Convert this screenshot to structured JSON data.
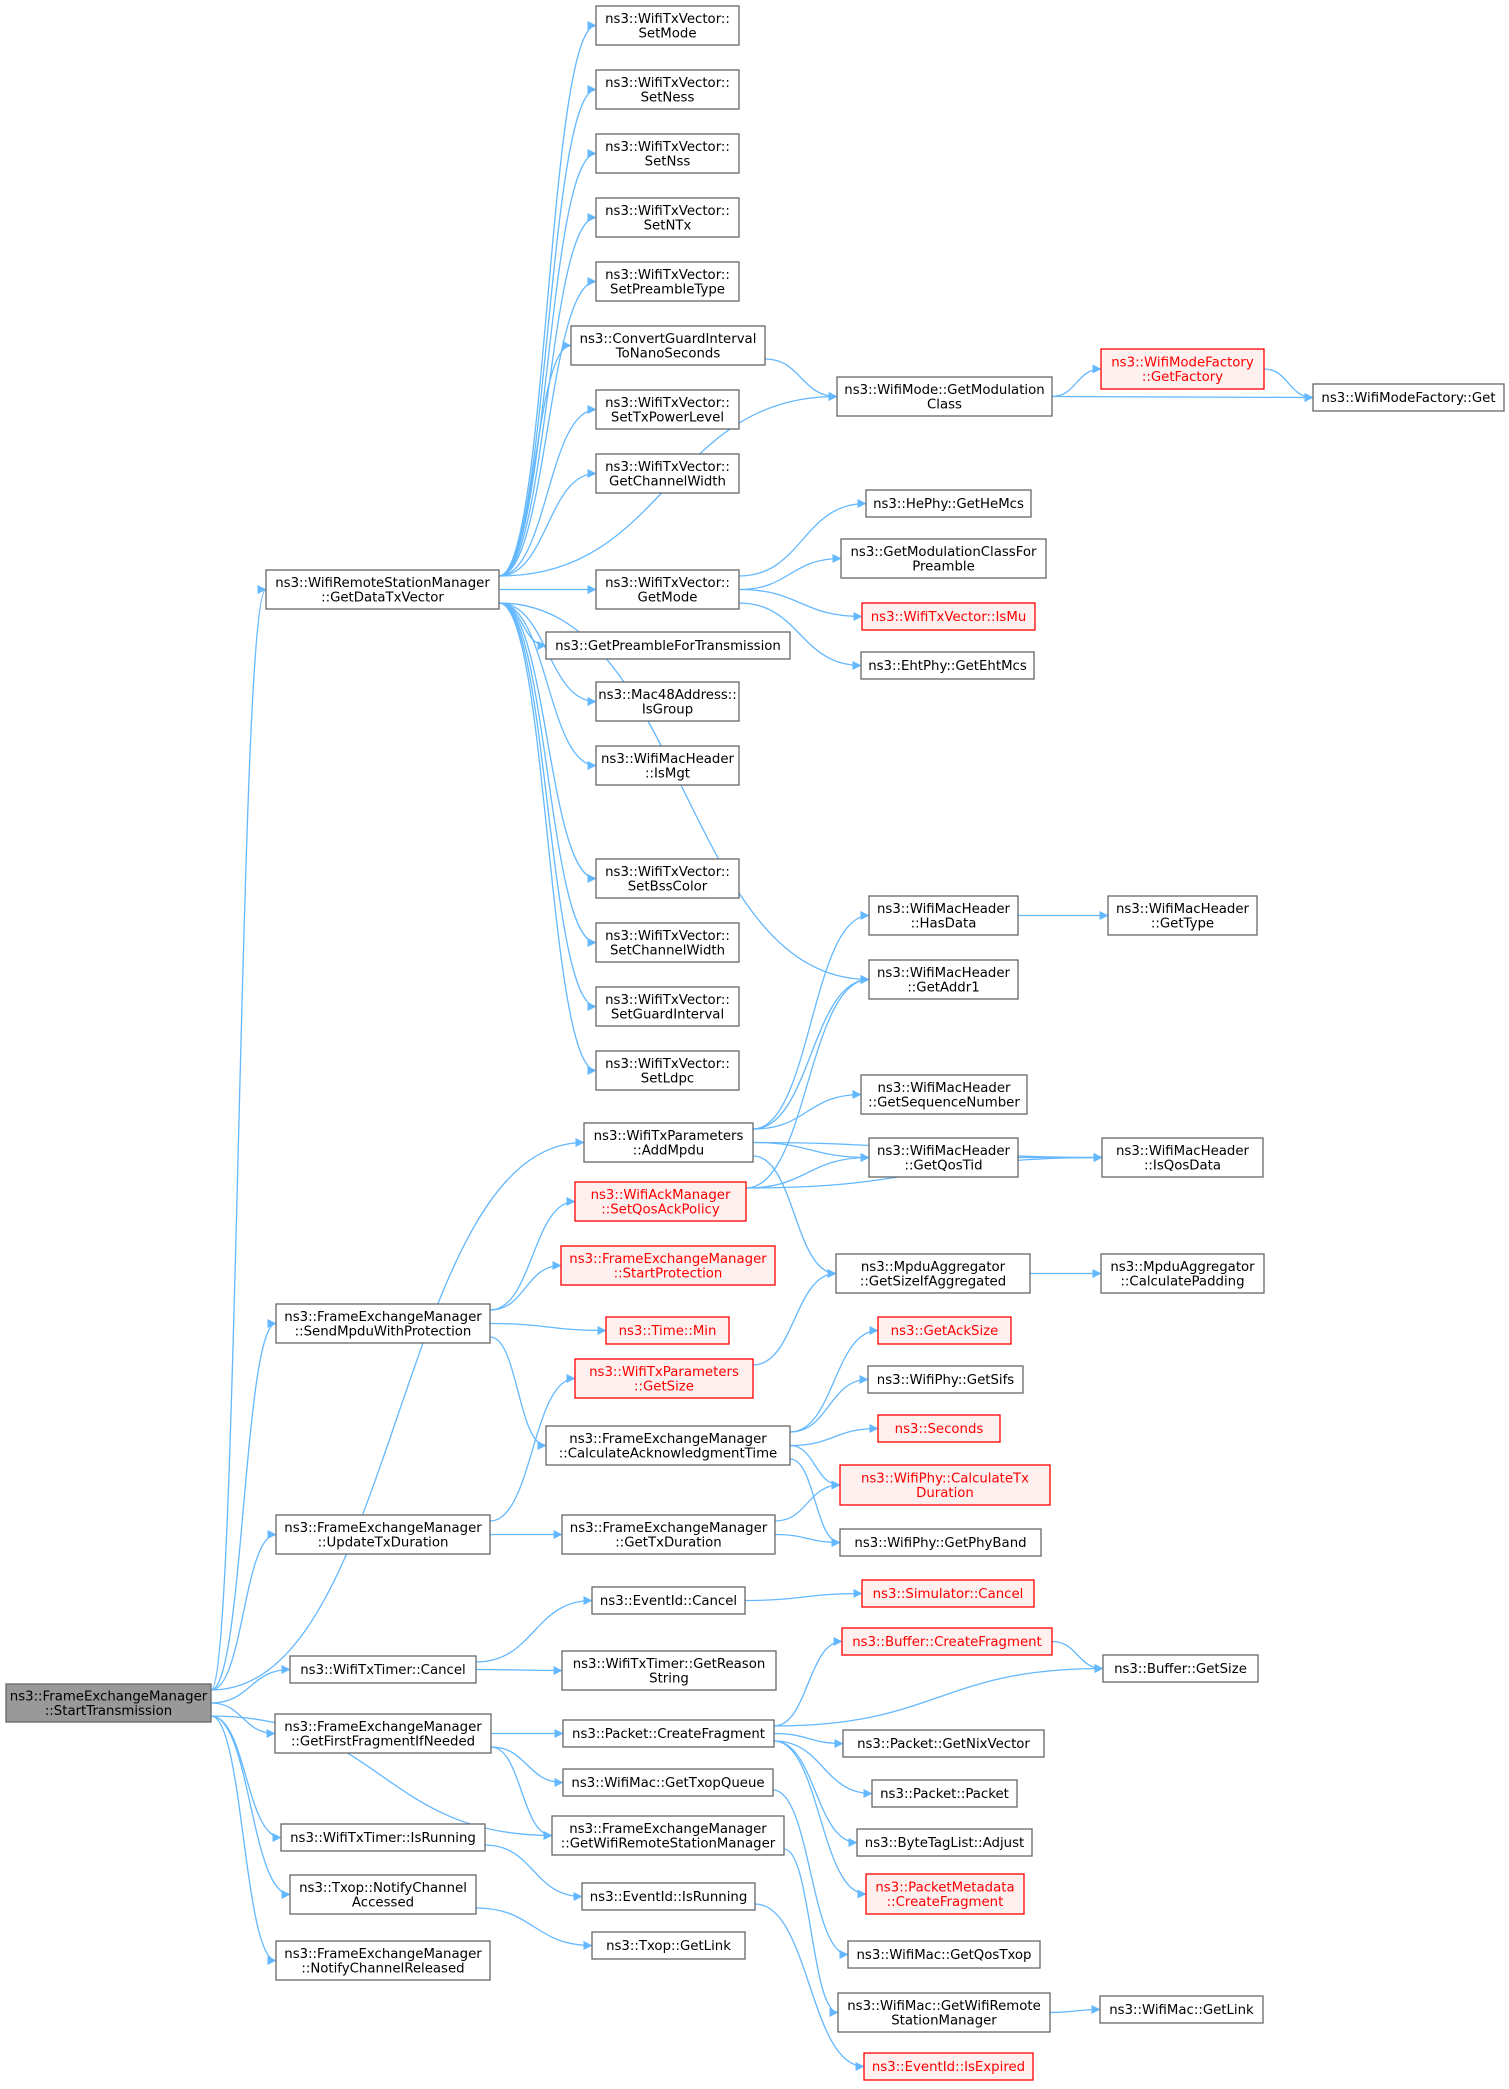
{
  "graph": {
    "edge_color": "#63b8ff",
    "root_fill": "#999999",
    "highlight_color": "#ff0000",
    "nodes": [
      {
        "id": "root",
        "label": [
          "ns3::FrameExchangeManager",
          "::StartTransmission"
        ],
        "style": "root"
      },
      {
        "id": "getDataTxVector",
        "label": [
          "ns3::WifiRemoteStationManager",
          "::GetDataTxVector"
        ]
      },
      {
        "id": "setMode",
        "label": [
          "ns3::WifiTxVector::",
          "SetMode"
        ]
      },
      {
        "id": "setNess",
        "label": [
          "ns3::WifiTxVector::",
          "SetNess"
        ]
      },
      {
        "id": "setNss",
        "label": [
          "ns3::WifiTxVector::",
          "SetNss"
        ]
      },
      {
        "id": "setNTx",
        "label": [
          "ns3::WifiTxVector::",
          "SetNTx"
        ]
      },
      {
        "id": "setPreambleType",
        "label": [
          "ns3::WifiTxVector::",
          "SetPreambleType"
        ]
      },
      {
        "id": "convertGuard",
        "label": [
          "ns3::ConvertGuardInterval",
          "ToNanoSeconds"
        ]
      },
      {
        "id": "setTxPowerLevel",
        "label": [
          "ns3::WifiTxVector::",
          "SetTxPowerLevel"
        ]
      },
      {
        "id": "getChannelWidth",
        "label": [
          "ns3::WifiTxVector::",
          "GetChannelWidth"
        ]
      },
      {
        "id": "getMode",
        "label": [
          "ns3::WifiTxVector::",
          "GetMode"
        ]
      },
      {
        "id": "getPreambleForTx",
        "label": [
          "ns3::GetPreambleForTransmission"
        ]
      },
      {
        "id": "isGroup",
        "label": [
          "ns3::Mac48Address::",
          "IsGroup"
        ]
      },
      {
        "id": "isMgt",
        "label": [
          "ns3::WifiMacHeader",
          "::IsMgt"
        ]
      },
      {
        "id": "setBssColor",
        "label": [
          "ns3::WifiTxVector::",
          "SetBssColor"
        ]
      },
      {
        "id": "setChannelWidth",
        "label": [
          "ns3::WifiTxVector::",
          "SetChannelWidth"
        ]
      },
      {
        "id": "setGuardInterval",
        "label": [
          "ns3::WifiTxVector::",
          "SetGuardInterval"
        ]
      },
      {
        "id": "setLdpc",
        "label": [
          "ns3::WifiTxVector::",
          "SetLdpc"
        ]
      },
      {
        "id": "getModClass",
        "label": [
          "ns3::WifiMode::GetModulation",
          "Class"
        ]
      },
      {
        "id": "getFactory",
        "label": [
          "ns3::WifiModeFactory",
          "::GetFactory"
        ],
        "style": "red"
      },
      {
        "id": "factoryGet",
        "label": [
          "ns3::WifiModeFactory::Get"
        ]
      },
      {
        "id": "getHeMcs",
        "label": [
          "ns3::HePhy::GetHeMcs"
        ]
      },
      {
        "id": "getModClassForPreamble",
        "label": [
          "ns3::GetModulationClassFor",
          "Preamble"
        ]
      },
      {
        "id": "isMu",
        "label": [
          "ns3::WifiTxVector::IsMu"
        ],
        "style": "red"
      },
      {
        "id": "getEhtMcs",
        "label": [
          "ns3::EhtPhy::GetEhtMcs"
        ]
      },
      {
        "id": "hasData",
        "label": [
          "ns3::WifiMacHeader",
          "::HasData"
        ]
      },
      {
        "id": "getType",
        "label": [
          "ns3::WifiMacHeader",
          "::GetType"
        ]
      },
      {
        "id": "getAddr1",
        "label": [
          "ns3::WifiMacHeader",
          "::GetAddr1"
        ]
      },
      {
        "id": "getSeqNum",
        "label": [
          "ns3::WifiMacHeader",
          "::GetSequenceNumber"
        ]
      },
      {
        "id": "addMpdu",
        "label": [
          "ns3::WifiTxParameters",
          "::AddMpdu"
        ]
      },
      {
        "id": "getQosTid",
        "label": [
          "ns3::WifiMacHeader",
          "::GetQosTid"
        ]
      },
      {
        "id": "isQosData",
        "label": [
          "ns3::WifiMacHeader",
          "::IsQosData"
        ]
      },
      {
        "id": "setQosAckPolicy",
        "label": [
          "ns3::WifiAckManager",
          "::SetQosAckPolicy"
        ],
        "style": "red"
      },
      {
        "id": "startProtection",
        "label": [
          "ns3::FrameExchangeManager",
          "::StartProtection"
        ],
        "style": "red"
      },
      {
        "id": "getSizeIfAggregated",
        "label": [
          "ns3::MpduAggregator",
          "::GetSizeIfAggregated"
        ]
      },
      {
        "id": "calculatePadding",
        "label": [
          "ns3::MpduAggregator",
          "::CalculatePadding"
        ]
      },
      {
        "id": "sendMpdu",
        "label": [
          "ns3::FrameExchangeManager",
          "::SendMpduWithProtection"
        ]
      },
      {
        "id": "timeMin",
        "label": [
          "ns3::Time::Min"
        ],
        "style": "red"
      },
      {
        "id": "getAckSize",
        "label": [
          "ns3::GetAckSize"
        ],
        "style": "red"
      },
      {
        "id": "txParamsGetSize",
        "label": [
          "ns3::WifiTxParameters",
          "::GetSize"
        ],
        "style": "red"
      },
      {
        "id": "getSifs",
        "label": [
          "ns3::WifiPhy::GetSifs"
        ]
      },
      {
        "id": "calcAckTime",
        "label": [
          "ns3::FrameExchangeManager",
          "::CalculateAcknowledgmentTime"
        ]
      },
      {
        "id": "seconds",
        "label": [
          "ns3::Seconds"
        ],
        "style": "red"
      },
      {
        "id": "calcTxDuration",
        "label": [
          "ns3::WifiPhy::CalculateTx",
          "Duration"
        ],
        "style": "red"
      },
      {
        "id": "updateTxDuration",
        "label": [
          "ns3::FrameExchangeManager",
          "::UpdateTxDuration"
        ]
      },
      {
        "id": "getTxDuration",
        "label": [
          "ns3::FrameExchangeManager",
          "::GetTxDuration"
        ]
      },
      {
        "id": "getPhyBand",
        "label": [
          "ns3::WifiPhy::GetPhyBand"
        ]
      },
      {
        "id": "eventCancel",
        "label": [
          "ns3::EventId::Cancel"
        ]
      },
      {
        "id": "simCancel",
        "label": [
          "ns3::Simulator::Cancel"
        ],
        "style": "red"
      },
      {
        "id": "bufCreateFragment",
        "label": [
          "ns3::Buffer::CreateFragment"
        ],
        "style": "red"
      },
      {
        "id": "txTimerCancel",
        "label": [
          "ns3::WifiTxTimer::Cancel"
        ]
      },
      {
        "id": "getReasonString",
        "label": [
          "ns3::WifiTxTimer::GetReason",
          "String"
        ]
      },
      {
        "id": "bufGetSize",
        "label": [
          "ns3::Buffer::GetSize"
        ]
      },
      {
        "id": "getFirstFragment",
        "label": [
          "ns3::FrameExchangeManager",
          "::GetFirstFragmentIfNeeded"
        ]
      },
      {
        "id": "pktCreateFragment",
        "label": [
          "ns3::Packet::CreateFragment"
        ]
      },
      {
        "id": "getNixVector",
        "label": [
          "ns3::Packet::GetNixVector"
        ]
      },
      {
        "id": "getTxopQueue",
        "label": [
          "ns3::WifiMac::GetTxopQueue"
        ]
      },
      {
        "id": "packet",
        "label": [
          "ns3::Packet::Packet"
        ]
      },
      {
        "id": "getWifiRSM",
        "label": [
          "ns3::FrameExchangeManager",
          "::GetWifiRemoteStationManager"
        ]
      },
      {
        "id": "txTimerIsRunning",
        "label": [
          "ns3::WifiTxTimer::IsRunning"
        ]
      },
      {
        "id": "byteTagAdjust",
        "label": [
          "ns3::ByteTagList::Adjust"
        ]
      },
      {
        "id": "notifyAccessed",
        "label": [
          "ns3::Txop::NotifyChannel",
          "Accessed"
        ]
      },
      {
        "id": "eventIsRunning",
        "label": [
          "ns3::EventId::IsRunning"
        ]
      },
      {
        "id": "pktMetaCreateFragment",
        "label": [
          "ns3::PacketMetadata",
          "::CreateFragment"
        ],
        "style": "red"
      },
      {
        "id": "notifyReleased",
        "label": [
          "ns3::FrameExchangeManager",
          "::NotifyChannelReleased"
        ]
      },
      {
        "id": "txopGetLink",
        "label": [
          "ns3::Txop::GetLink"
        ]
      },
      {
        "id": "getQosTxop",
        "label": [
          "ns3::WifiMac::GetQosTxop"
        ]
      },
      {
        "id": "macGetWifiRSM",
        "label": [
          "ns3::WifiMac::GetWifiRemote",
          "StationManager"
        ]
      },
      {
        "id": "macGetLink",
        "label": [
          "ns3::WifiMac::GetLink"
        ]
      },
      {
        "id": "isExpired",
        "label": [
          "ns3::EventId::IsExpired"
        ],
        "style": "red"
      }
    ],
    "edges": [
      [
        "root",
        "getDataTxVector"
      ],
      [
        "root",
        "addMpdu"
      ],
      [
        "root",
        "sendMpdu"
      ],
      [
        "root",
        "updateTxDuration"
      ],
      [
        "root",
        "txTimerCancel"
      ],
      [
        "root",
        "getFirstFragment"
      ],
      [
        "root",
        "getWifiRSM"
      ],
      [
        "root",
        "txTimerIsRunning"
      ],
      [
        "root",
        "notifyAccessed"
      ],
      [
        "root",
        "notifyReleased"
      ],
      [
        "getDataTxVector",
        "setMode"
      ],
      [
        "getDataTxVector",
        "setNess"
      ],
      [
        "getDataTxVector",
        "setNss"
      ],
      [
        "getDataTxVector",
        "setNTx"
      ],
      [
        "getDataTxVector",
        "setPreambleType"
      ],
      [
        "getDataTxVector",
        "convertGuard"
      ],
      [
        "getDataTxVector",
        "setTxPowerLevel"
      ],
      [
        "getDataTxVector",
        "getChannelWidth"
      ],
      [
        "getDataTxVector",
        "getModClass"
      ],
      [
        "getDataTxVector",
        "getMode"
      ],
      [
        "getDataTxVector",
        "getPreambleForTx"
      ],
      [
        "getDataTxVector",
        "isGroup"
      ],
      [
        "getDataTxVector",
        "isMgt"
      ],
      [
        "getDataTxVector",
        "getAddr1"
      ],
      [
        "getDataTxVector",
        "setBssColor"
      ],
      [
        "getDataTxVector",
        "setChannelWidth"
      ],
      [
        "getDataTxVector",
        "setGuardInterval"
      ],
      [
        "getDataTxVector",
        "setLdpc"
      ],
      [
        "convertGuard",
        "getModClass"
      ],
      [
        "getModClass",
        "getFactory"
      ],
      [
        "getModClass",
        "factoryGet"
      ],
      [
        "getFactory",
        "factoryGet"
      ],
      [
        "getMode",
        "getHeMcs"
      ],
      [
        "getMode",
        "getModClassForPreamble"
      ],
      [
        "getMode",
        "isMu"
      ],
      [
        "getMode",
        "getEhtMcs"
      ],
      [
        "addMpdu",
        "hasData"
      ],
      [
        "addMpdu",
        "getAddr1"
      ],
      [
        "addMpdu",
        "getSeqNum"
      ],
      [
        "addMpdu",
        "getQosTid"
      ],
      [
        "addMpdu",
        "isQosData"
      ],
      [
        "addMpdu",
        "getSizeIfAggregated"
      ],
      [
        "hasData",
        "getType"
      ],
      [
        "getQosTid",
        "isQosData"
      ],
      [
        "setQosAckPolicy",
        "getAddr1"
      ],
      [
        "setQosAckPolicy",
        "getQosTid"
      ],
      [
        "setQosAckPolicy",
        "isQosData"
      ],
      [
        "getSizeIfAggregated",
        "calculatePadding"
      ],
      [
        "sendMpdu",
        "setQosAckPolicy"
      ],
      [
        "sendMpdu",
        "startProtection"
      ],
      [
        "sendMpdu",
        "timeMin"
      ],
      [
        "sendMpdu",
        "calcAckTime"
      ],
      [
        "txParamsGetSize",
        "getSizeIfAggregated"
      ],
      [
        "calcAckTime",
        "getAckSize"
      ],
      [
        "calcAckTime",
        "getSifs"
      ],
      [
        "calcAckTime",
        "seconds"
      ],
      [
        "calcAckTime",
        "calcTxDuration"
      ],
      [
        "calcAckTime",
        "getPhyBand"
      ],
      [
        "updateTxDuration",
        "txParamsGetSize"
      ],
      [
        "updateTxDuration",
        "getTxDuration"
      ],
      [
        "getTxDuration",
        "calcTxDuration"
      ],
      [
        "getTxDuration",
        "getPhyBand"
      ],
      [
        "txTimerCancel",
        "eventCancel"
      ],
      [
        "txTimerCancel",
        "getReasonString"
      ],
      [
        "eventCancel",
        "simCancel"
      ],
      [
        "getFirstFragment",
        "pktCreateFragment"
      ],
      [
        "getFirstFragment",
        "getTxopQueue"
      ],
      [
        "getFirstFragment",
        "getWifiRSM"
      ],
      [
        "pktCreateFragment",
        "bufCreateFragment"
      ],
      [
        "pktCreateFragment",
        "bufGetSize"
      ],
      [
        "pktCreateFragment",
        "getNixVector"
      ],
      [
        "pktCreateFragment",
        "packet"
      ],
      [
        "pktCreateFragment",
        "byteTagAdjust"
      ],
      [
        "pktCreateFragment",
        "pktMetaCreateFragment"
      ],
      [
        "bufCreateFragment",
        "bufGetSize"
      ],
      [
        "getTxopQueue",
        "getQosTxop"
      ],
      [
        "getWifiRSM",
        "macGetWifiRSM"
      ],
      [
        "txTimerIsRunning",
        "eventIsRunning"
      ],
      [
        "eventIsRunning",
        "isExpired"
      ],
      [
        "notifyAccessed",
        "txopGetLink"
      ],
      [
        "macGetWifiRSM",
        "macGetLink"
      ]
    ]
  }
}
